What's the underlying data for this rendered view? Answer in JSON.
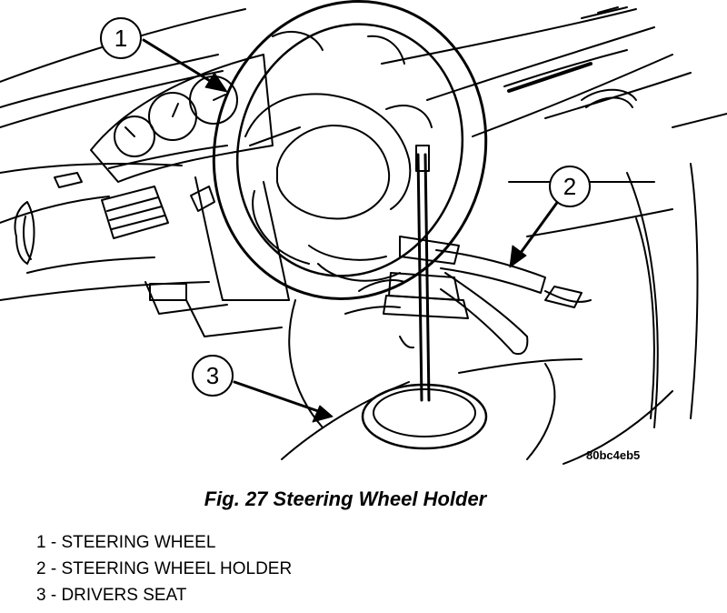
{
  "figure": {
    "caption": "Fig. 27 Steering Wheel Holder",
    "drawing_code": "80bc4eb5"
  },
  "callouts": [
    {
      "number": "1",
      "label": "1 - STEERING WHEEL"
    },
    {
      "number": "2",
      "label": "2 - STEERING WHEEL HOLDER"
    },
    {
      "number": "3",
      "label": "3 - DRIVERS SEAT"
    }
  ],
  "colors": {
    "line": "#000000",
    "background": "#ffffff"
  }
}
